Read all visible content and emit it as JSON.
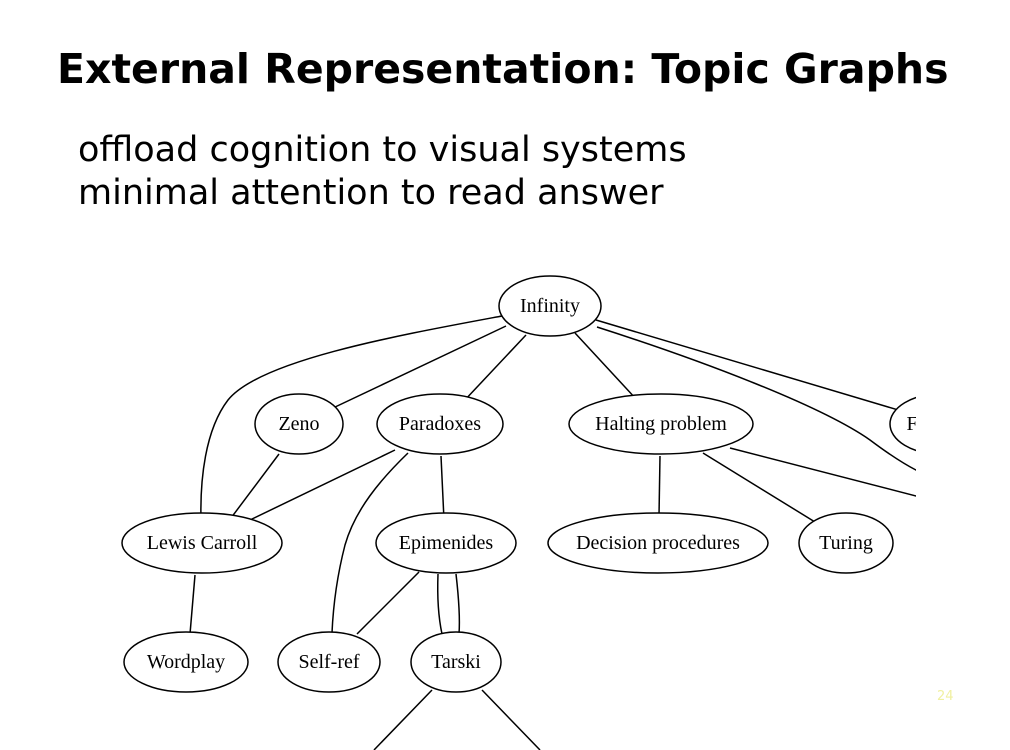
{
  "slide": {
    "title": "External Representation: Topic Graphs",
    "bullets": [
      "offload cognition to visual systems",
      "minimal attention to read answer"
    ],
    "page_number": "24"
  },
  "colors": {
    "background": "#ffffff",
    "text": "#000000",
    "page_number": "#f0f0a0"
  },
  "graph": {
    "nodes": {
      "infinity": "Infinity",
      "zeno": "Zeno",
      "paradoxes": "Paradoxes",
      "halting": "Halting problem",
      "partial": "F",
      "carroll": "Lewis Carroll",
      "epimenides": "Epimenides",
      "decision": "Decision procedures",
      "turing": "Turing",
      "wordplay": "Wordplay",
      "selfref": "Self-ref",
      "tarski": "Tarski"
    }
  }
}
